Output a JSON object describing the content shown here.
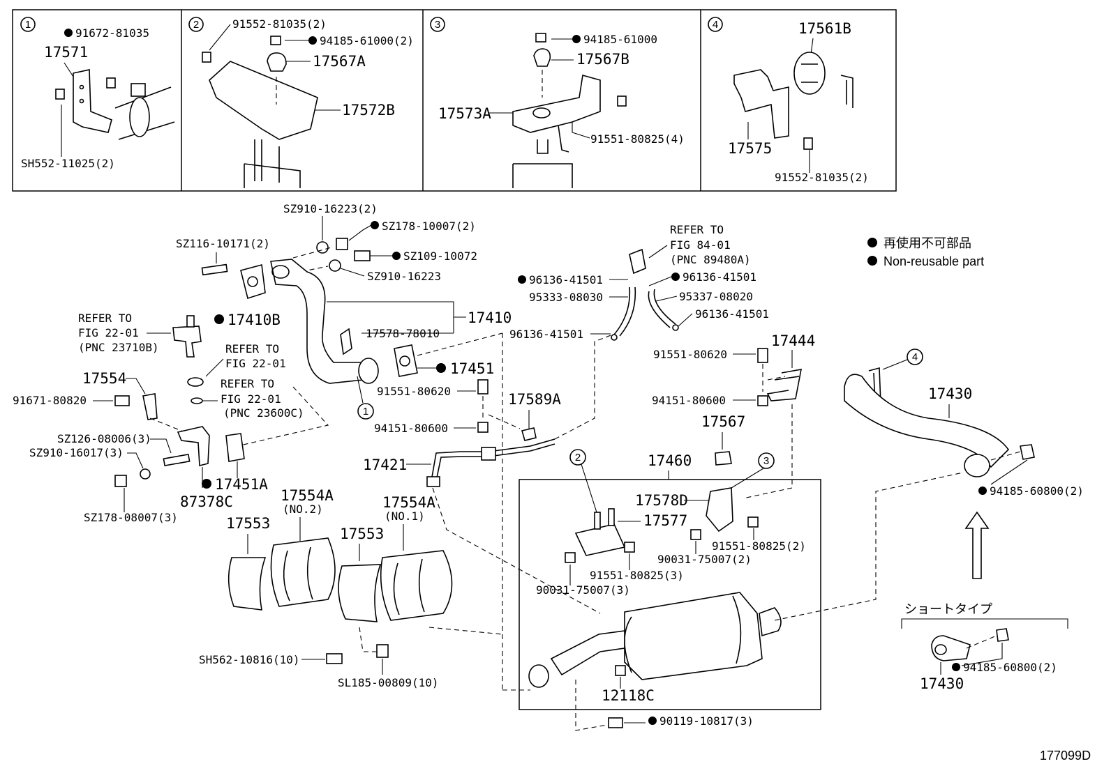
{
  "diagram_id": "177099D",
  "legend": {
    "jp": "再使用不可部品",
    "en": "Non-reusable part"
  },
  "short_type_label": "ショートタイプ",
  "insets": [
    {
      "number": "1",
      "labels": [
        "91672-81035",
        "17571",
        "SH552-11025(2)"
      ]
    },
    {
      "number": "2",
      "labels": [
        "91552-81035(2)",
        "94185-61000(2)",
        "17567A",
        "17572B"
      ]
    },
    {
      "number": "3",
      "labels": [
        "94185-61000",
        "17567B",
        "17573A",
        "91551-80825(4)"
      ]
    },
    {
      "number": "4",
      "labels": [
        "17561B",
        "17575",
        "91552-81035(2)"
      ]
    }
  ],
  "labels": {
    "sz910_16223_2": "SZ910-16223(2)",
    "sz178_10007_2": "SZ178-10007(2)",
    "sz116_10171_2": "SZ116-10171(2)",
    "sz109_10072": "SZ109-10072",
    "sz910_16223": "SZ910-16223",
    "p17410b": "17410B",
    "p17410": "17410",
    "p17578_78010": "17578-78010",
    "refer_to_1": "REFER TO",
    "fig_22_01_a": "FIG 22-01",
    "pnc_23710b": "(PNC 23710B)",
    "refer_to_2": "REFER TO",
    "fig_22_01_b": "FIG 22-01",
    "refer_to_3": "REFER TO",
    "fig_22_01_c": "FIG 22-01",
    "pnc_23600c": "(PNC 23600C)",
    "p17554": "17554",
    "p91671_80820": "91671-80820",
    "sz126_08006_3": "SZ126-08006(3)",
    "sz910_16017_3": "SZ910-16017(3)",
    "sz178_08007_3": "SZ178-08007(3)",
    "p17451a": "17451A",
    "p87378c": "87378C",
    "p17451": "17451",
    "p91551_80620_a": "91551-80620",
    "p94151_80600_a": "94151-80600",
    "p17589a": "17589A",
    "p17421": "17421",
    "refer_to_4": "REFER TO",
    "fig_84_01": "FIG 84-01",
    "pnc_89480a": "(PNC 89480A)",
    "p96136_41501_a": "96136-41501",
    "p96136_41501_b": "96136-41501",
    "p95333_08030": "95333-08030",
    "p95337_08020": "95337-08020",
    "p96136_41501_c": "96136-41501",
    "p96136_41501_d": "96136-41501",
    "p91551_80620_b": "91551-80620",
    "p17444": "17444",
    "p94151_80600_b": "94151-80600",
    "p17567": "17567",
    "p17460": "17460",
    "p17578d": "17578D",
    "p17577": "17577",
    "p91551_80825_2": "91551-80825(2)",
    "p90031_75007_2": "90031-75007(2)",
    "p91551_80825_3": "91551-80825(3)",
    "p90031_75007_3": "90031-75007(3)",
    "p12118c": "12118C",
    "p90119_10817_3": "90119-10817(3)",
    "p17430": "17430",
    "p94185_60800_2a": "94185-60800(2)",
    "p94185_60800_2b": "94185-60800(2)",
    "p17430_short": "17430",
    "p17553_a": "17553",
    "p17554a_no2": "17554A",
    "no2": "(NO.2)",
    "p17553_b": "17553",
    "p17554a_no1": "17554A",
    "no1": "(NO.1)",
    "sh562_10816_10": "SH562-10816(10)",
    "sl185_00809_10": "SL185-00809(10)",
    "callout_1": "1",
    "callout_2": "2",
    "callout_3": "3",
    "callout_4": "4"
  },
  "colors": {
    "ink": "#000000",
    "paper": "#ffffff"
  }
}
